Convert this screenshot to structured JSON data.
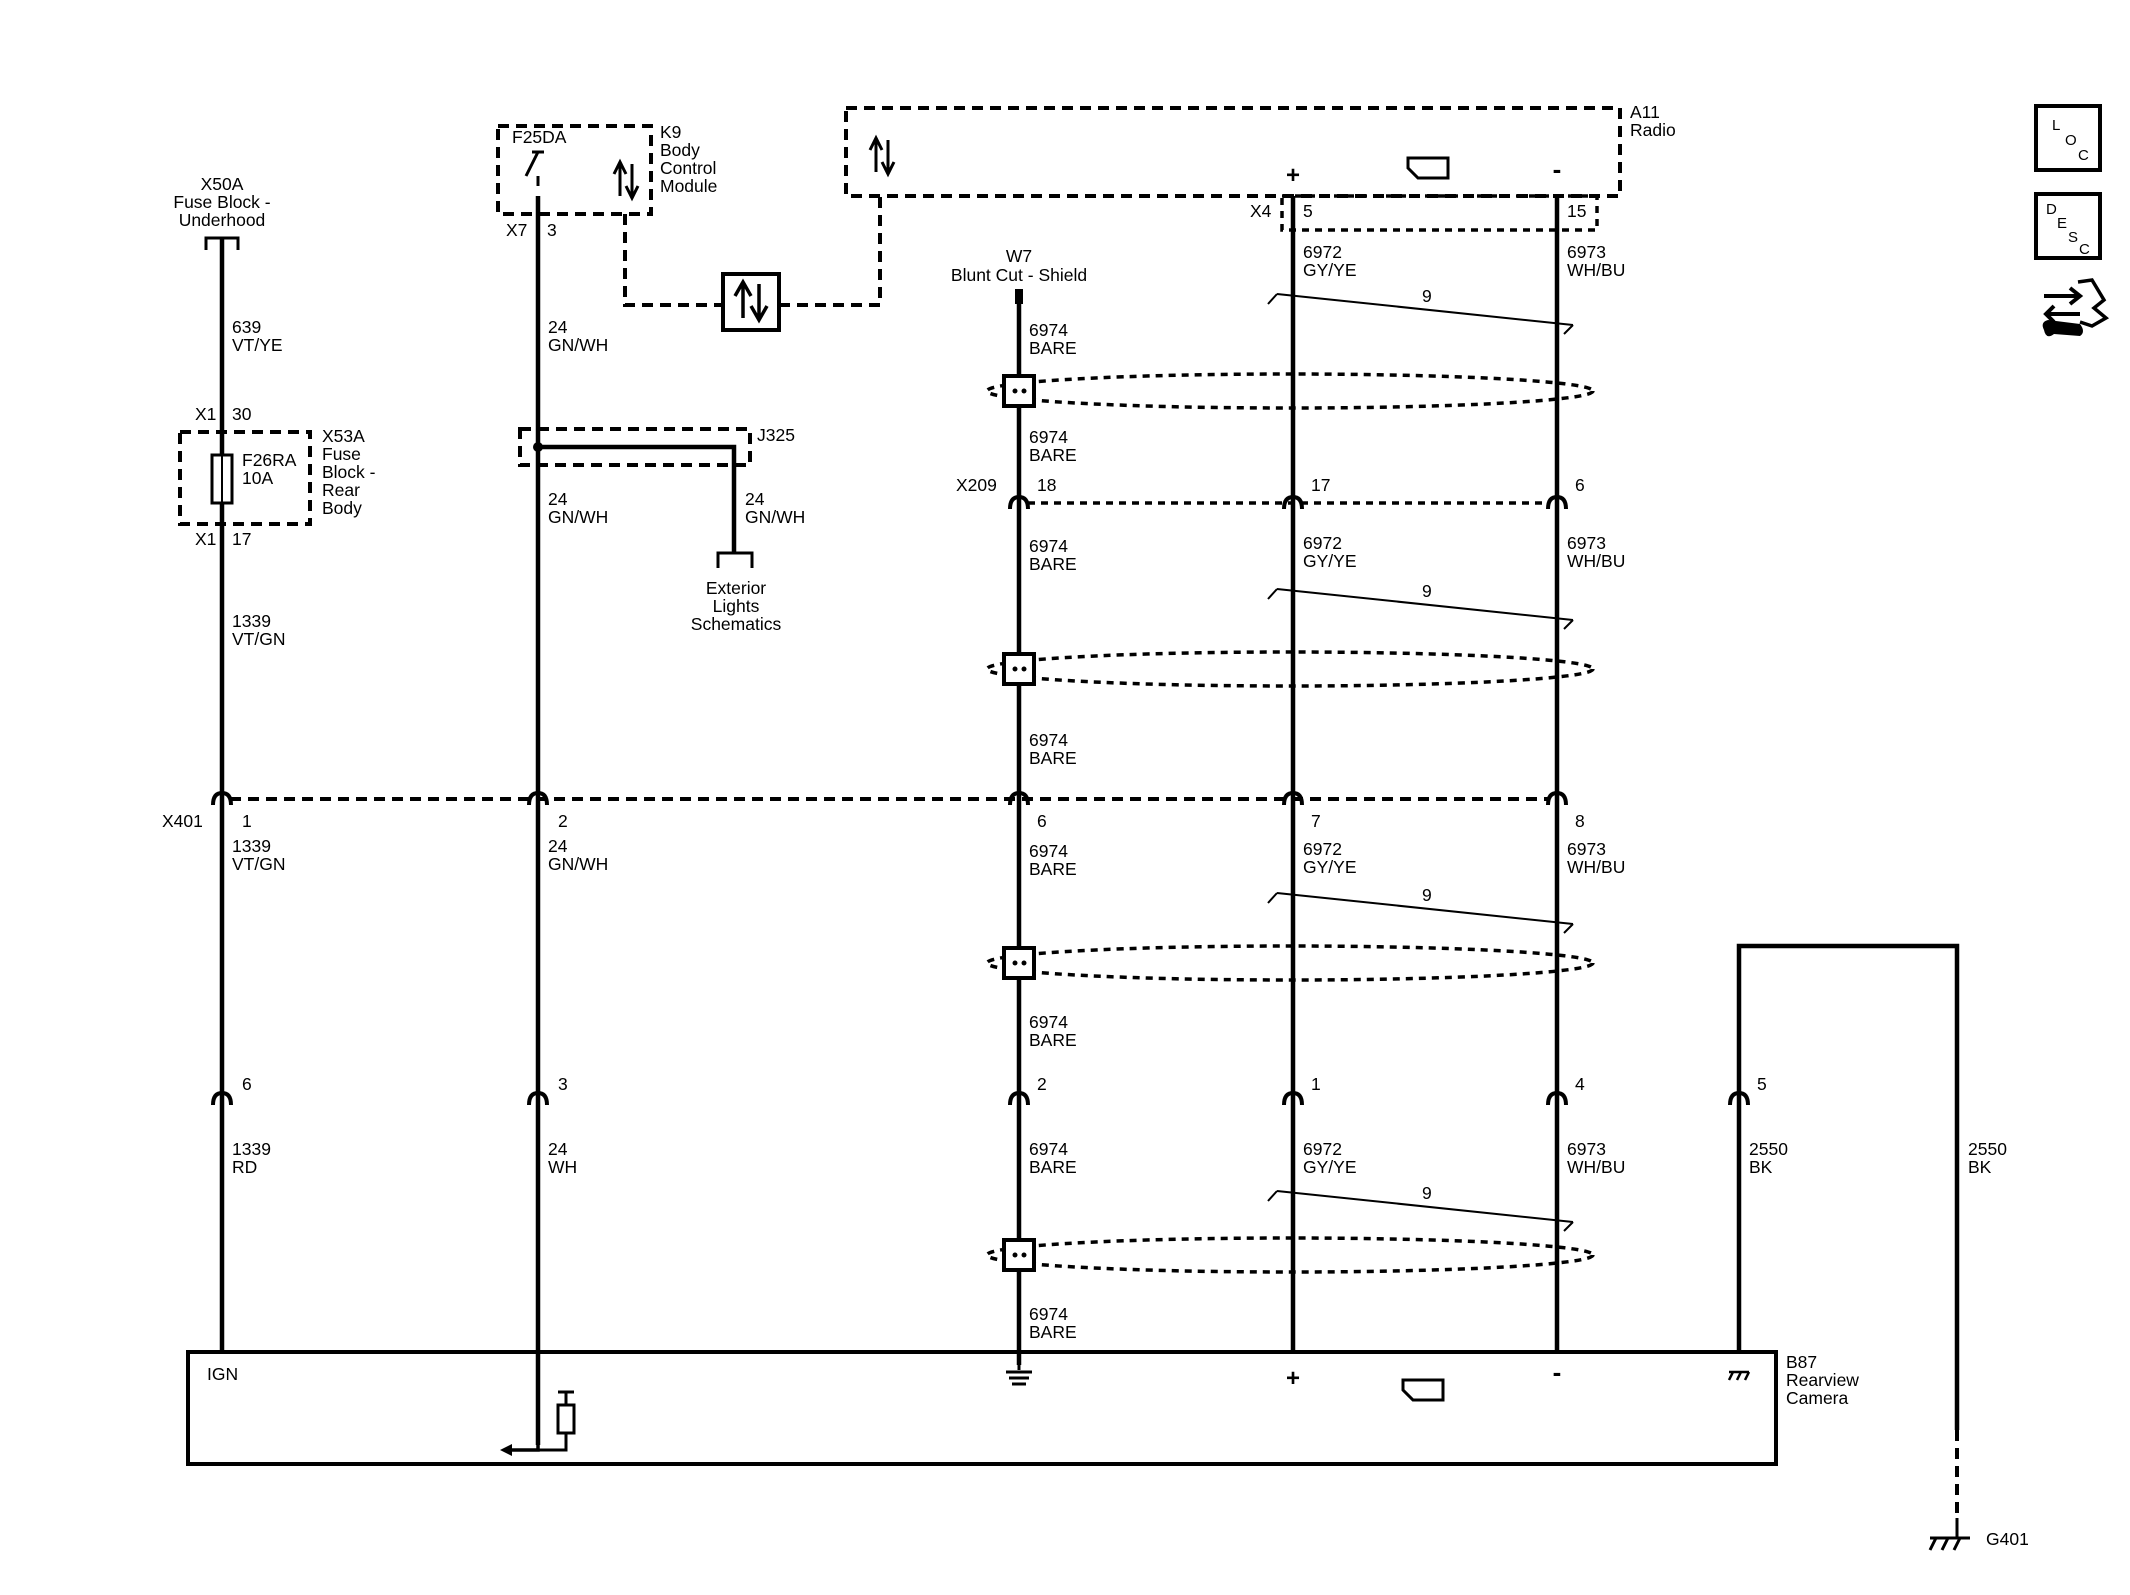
{
  "components": {
    "fuse_block_underhood": [
      "X50A",
      "Fuse Block -",
      "Underhood"
    ],
    "fuse_block_rear": [
      "X53A",
      "Fuse",
      "Block -",
      "Rear",
      "Body"
    ],
    "fuse": [
      "F26RA",
      "10A"
    ],
    "bcm": [
      "K9",
      "Body",
      "Control",
      "Module"
    ],
    "bcm_output": "F25DA",
    "radio": [
      "A11",
      "Radio"
    ],
    "shield": [
      "W7",
      "Blunt Cut - Shield"
    ],
    "splice": "J325",
    "exterior_lights": [
      "Exterior",
      "Lights",
      "Schematics"
    ],
    "camera": [
      "B87",
      "Rearview",
      "Camera"
    ],
    "camera_ign": "IGN",
    "ground": "G401"
  },
  "connectors": {
    "x1_top": "X1",
    "x1_top_pin": "30",
    "x1_bot": "X1",
    "x1_bot_pin": "17",
    "x7": "X7",
    "x7_pin": "3",
    "x4": "X4",
    "x4_pin_pos": "5",
    "x4_pin_neg": "15",
    "x209": "X209",
    "x209_pins": [
      "18",
      "17",
      "6"
    ],
    "x401": "X401",
    "x401_pins": [
      "1",
      "2",
      "6",
      "7",
      "8"
    ],
    "camera_pins": [
      "6",
      "3",
      "2",
      "1",
      "4",
      "5"
    ]
  },
  "wires": {
    "w639": [
      "639",
      "VT/YE"
    ],
    "w1339_vtgn": [
      "1339",
      "VT/GN"
    ],
    "w1339_rd": [
      "1339",
      "RD"
    ],
    "w24_gnwh": [
      "24",
      "GN/WH"
    ],
    "w24_wh": [
      "24",
      "WH"
    ],
    "w6974": [
      "6974",
      "BARE"
    ],
    "w6972": [
      "6972",
      "GY/YE"
    ],
    "w6973": [
      "6973",
      "WH/BU"
    ],
    "w2550": [
      "2550",
      "BK"
    ],
    "twist_count": "9"
  },
  "side_icons": {
    "loc": [
      "L",
      "O",
      "C"
    ],
    "desc": [
      "D",
      "E",
      "S",
      "C"
    ],
    "service_icon": "service-tools-icon"
  },
  "symbols": {
    "plus": "+",
    "minus": "-"
  }
}
